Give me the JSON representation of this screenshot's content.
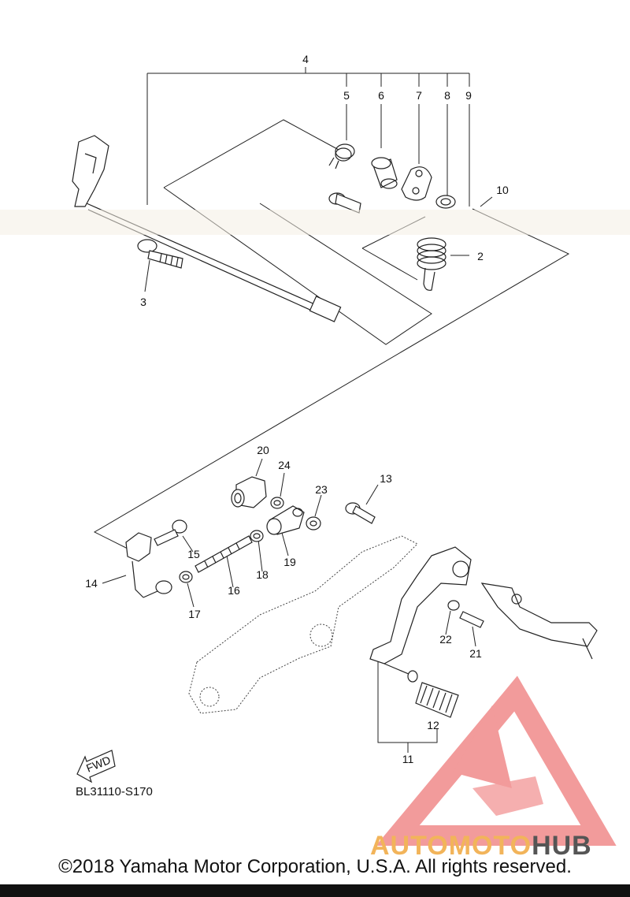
{
  "diagram": {
    "ref_code": "BL31110-S170",
    "fwd_badge": "FWD",
    "callouts": [
      "2",
      "3",
      "4",
      "5",
      "6",
      "7",
      "8",
      "9",
      "10",
      "11",
      "12",
      "13",
      "14",
      "15",
      "16",
      "17",
      "18",
      "19",
      "20",
      "21",
      "22",
      "23",
      "24"
    ]
  },
  "watermark": {
    "brand_part1": "AUTOMOTO",
    "brand_part2": "HUB",
    "color_primary": "#f08a8a",
    "color_accent": "#f2b45a",
    "color_dark": "#5a5a5a"
  },
  "footer": {
    "copyright": "©2018 Yamaha Motor Corporation, U.S.A. All rights reserved."
  }
}
